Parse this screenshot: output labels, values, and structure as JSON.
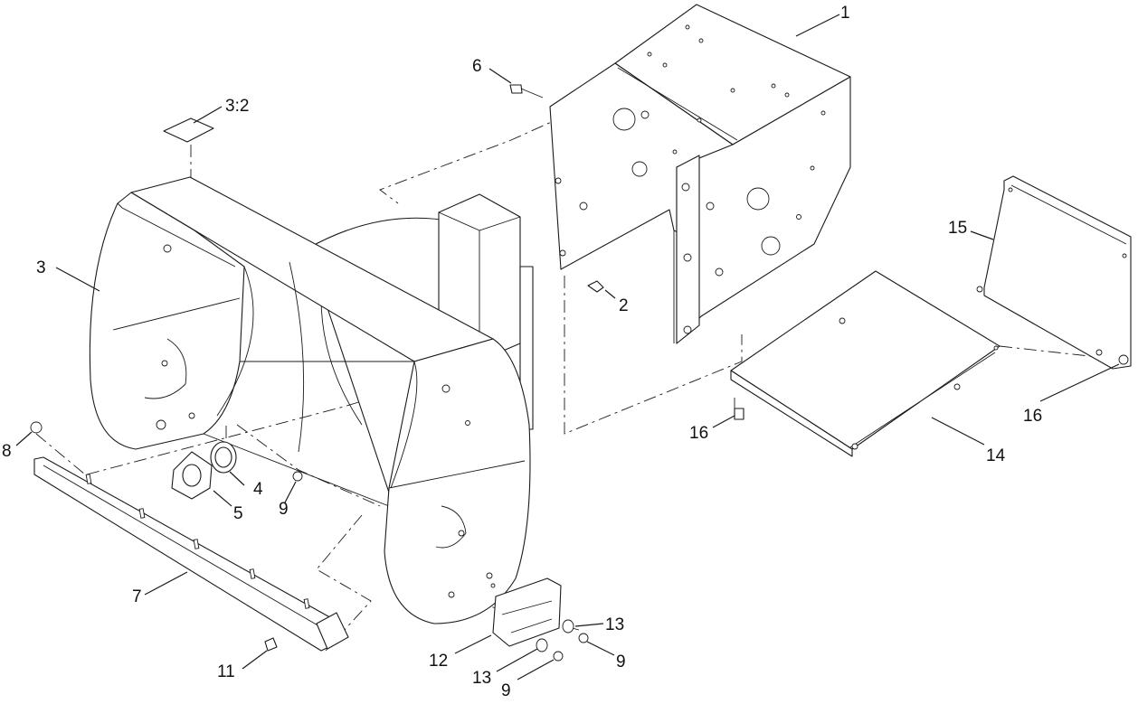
{
  "callouts": {
    "c1": "1",
    "c2": "2",
    "c3": "3",
    "c3_2": "3:2",
    "c4": "4",
    "c5": "5",
    "c6": "6",
    "c7": "7",
    "c8": "8",
    "c9a": "9",
    "c9b": "9",
    "c9c": "9",
    "c11": "11",
    "c12": "12",
    "c13a": "13",
    "c13b": "13",
    "c14": "14",
    "c15": "15",
    "c16a": "16",
    "c16b": "16"
  }
}
